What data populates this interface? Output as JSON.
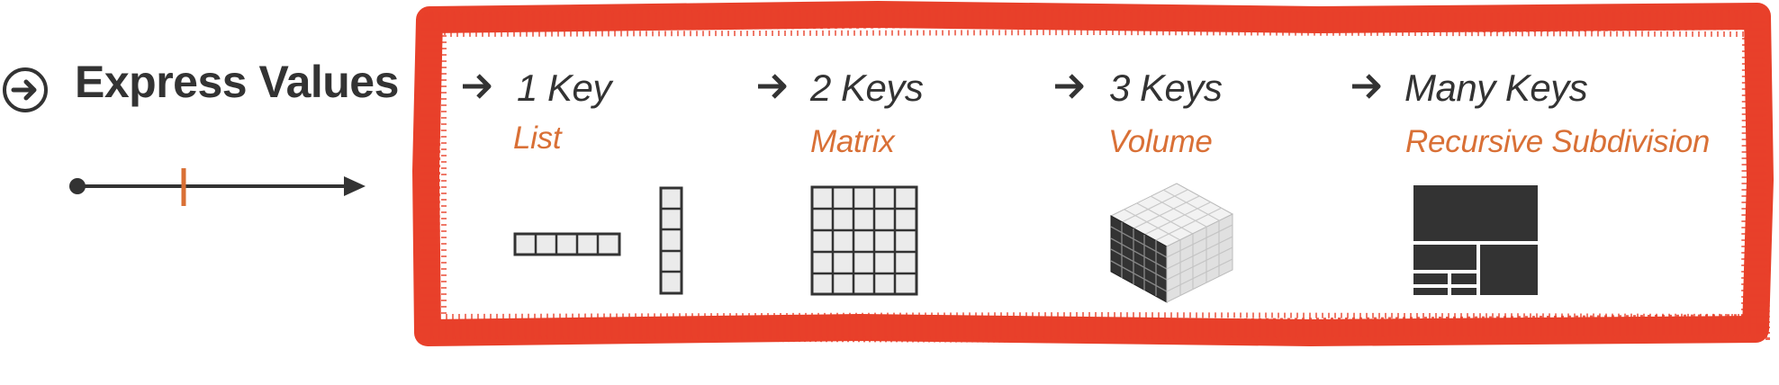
{
  "header": {
    "title": "Express Values",
    "icon": "arrow-circle-icon"
  },
  "colors": {
    "text": "#333333",
    "accent": "#d97036",
    "frame": "#e8402a",
    "cell_fill": "#ebebeb",
    "dark_fill": "#333333"
  },
  "columns": [
    {
      "title": "1 Key",
      "subtitle": "List"
    },
    {
      "title": "2  Keys",
      "subtitle": "Matrix"
    },
    {
      "title": "3 Keys",
      "subtitle": "Volume"
    },
    {
      "title": "Many Keys",
      "subtitle": "Recursive Subdivision"
    }
  ]
}
